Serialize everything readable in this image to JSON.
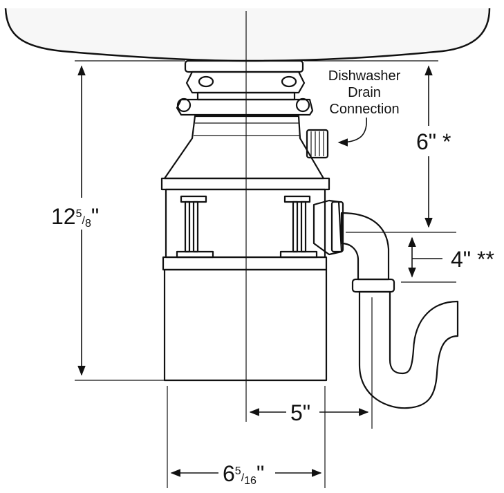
{
  "labels": {
    "dishwasher_line1": "Dishwasher",
    "dishwasher_line2": "Drain",
    "dishwasher_line3": "Connection",
    "dim_6": "6\" *",
    "dim_4": "4\" **",
    "dim_5": "5\"",
    "dim_12_whole": "12",
    "dim_12_num": "5",
    "dim_12_den": "8",
    "dim_12_inch": "\"",
    "dim_width_whole": "6",
    "dim_width_num": "5",
    "dim_width_den": "16",
    "dim_width_inch": "\""
  }
}
